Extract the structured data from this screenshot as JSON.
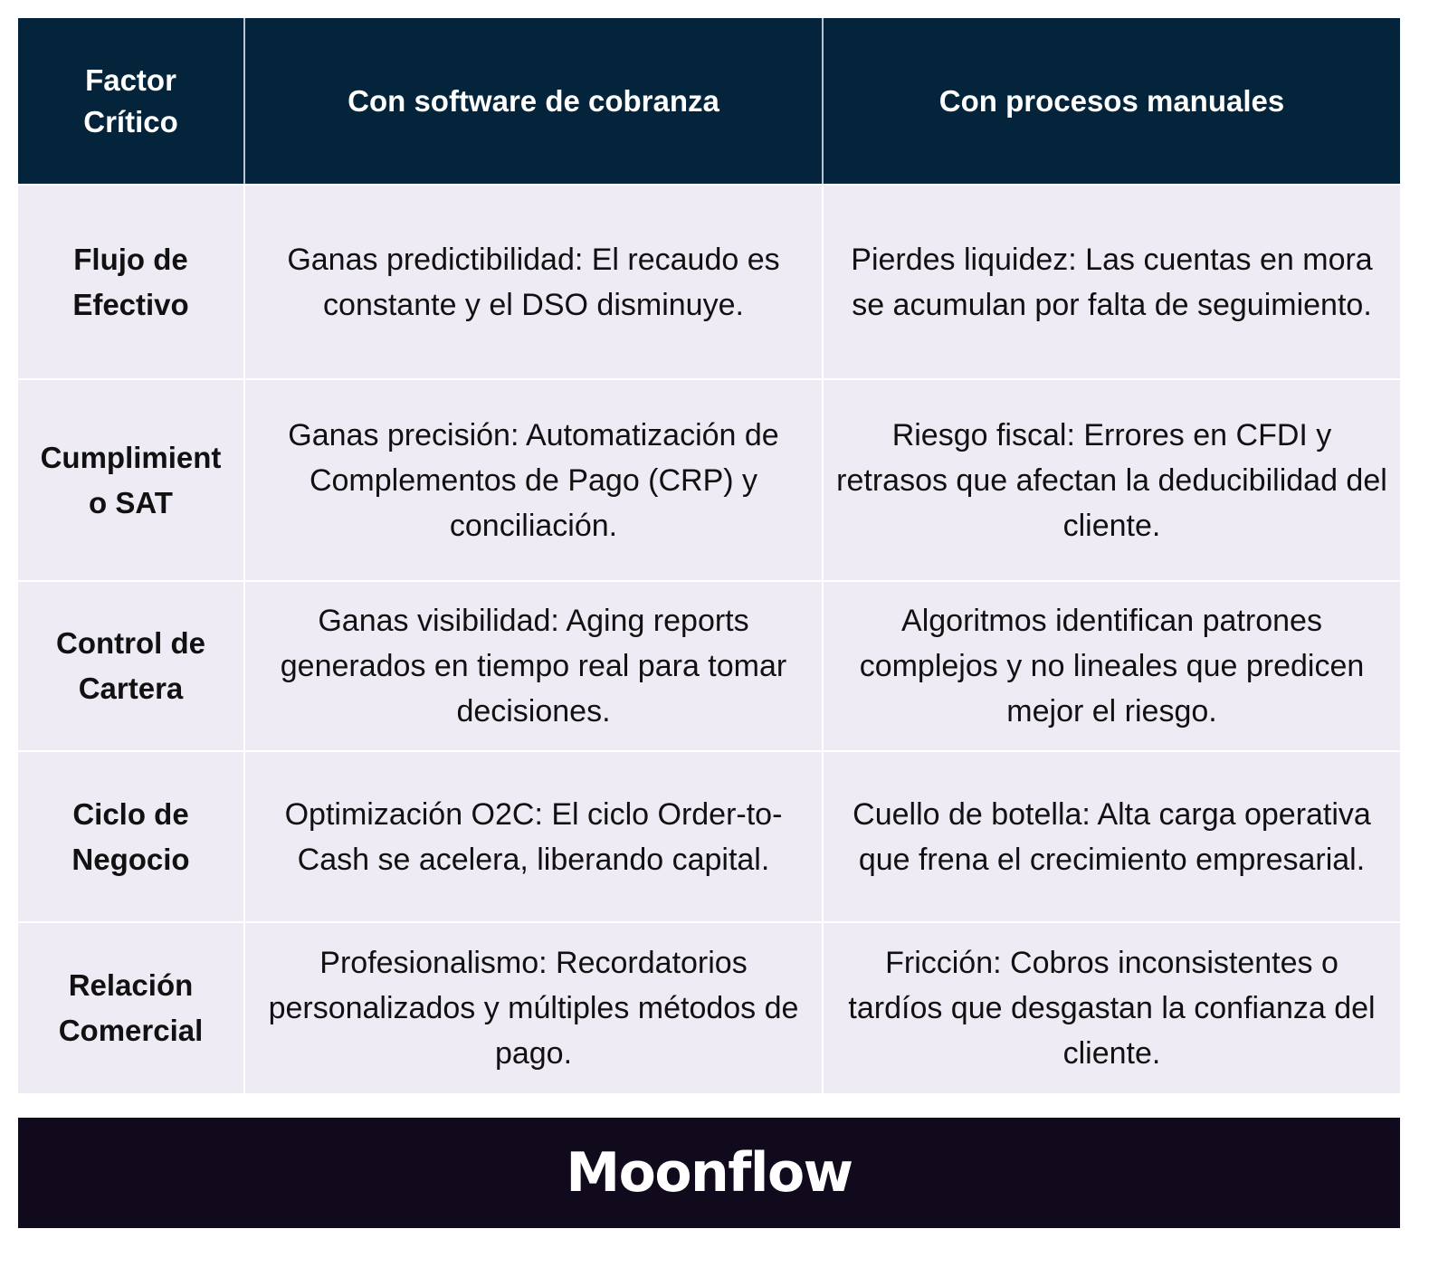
{
  "table": {
    "headers": [
      "Factor Crítico",
      "Con software de cobranza",
      "Con procesos manuales"
    ],
    "header_lines": [
      [
        "Factor",
        "Crítico"
      ],
      [
        "Con software de cobranza"
      ],
      [
        "Con procesos manuales"
      ]
    ],
    "rows": [
      {
        "factor": "Flujo de Efectivo",
        "factor_lines": [
          "Flujo de",
          "Efectivo"
        ],
        "software": "Ganas predictibilidad: El recaudo es constante y el DSO disminuye.",
        "manual": "Pierdes liquidez: Las cuentas en mora se acumulan por falta de seguimiento."
      },
      {
        "factor": "Cumplimiento SAT",
        "factor_lines": [
          "Cumplimient",
          "o SAT"
        ],
        "software": "Ganas precisión: Automatización de Complementos de Pago (CRP) y conciliación.",
        "manual": "Riesgo fiscal: Errores en CFDI y retrasos que afectan la deducibilidad del cliente."
      },
      {
        "factor": "Control de Cartera",
        "factor_lines": [
          "Control de",
          "Cartera"
        ],
        "software": "Ganas visibilidad: Aging reports generados en tiempo real para tomar decisiones.",
        "manual": "Algoritmos identifican patrones complejos y no lineales que predicen mejor el riesgo."
      },
      {
        "factor": "Ciclo de Negocio",
        "factor_lines": [
          "Ciclo de",
          "Negocio"
        ],
        "software": "Optimización O2C: El ciclo Order-to-Cash se acelera, liberando capital.",
        "manual": "Cuello de botella: Alta carga operativa que frena el crecimiento empresarial."
      },
      {
        "factor": "Relación Comercial",
        "factor_lines": [
          "Relación",
          "Comercial"
        ],
        "software": "Profesionalismo: Recordatorios personalizados y múltiples métodos de pago.",
        "manual": "Fricción: Cobros inconsistentes o tardíos que desgastan la confianza del cliente."
      }
    ]
  },
  "footer": {
    "brand": "Moonflow"
  },
  "colors": {
    "header_bg": "#03243A",
    "row_bg": "#EEEBF4",
    "footer_bg": "#110A1D",
    "text_light": "#FFFFFF",
    "text_dark": "#111111"
  }
}
